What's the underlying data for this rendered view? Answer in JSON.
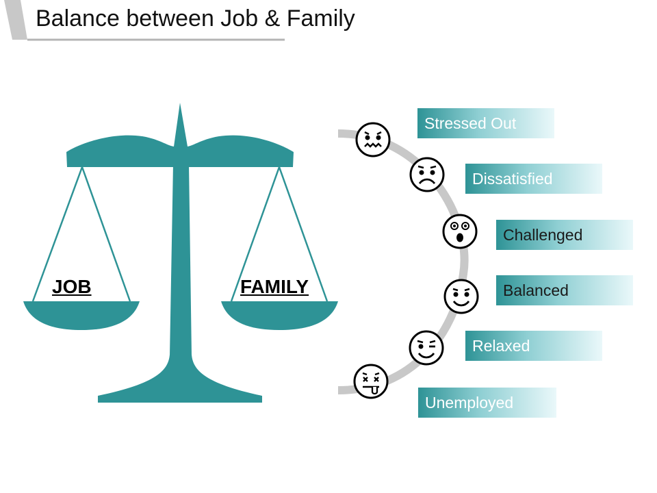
{
  "slide": {
    "title": "Balance between Job & Family"
  },
  "scale": {
    "left_pan_label": "JOB",
    "right_pan_label": "FAMILY"
  },
  "states": [
    {
      "label": "Stressed Out",
      "icon": "grimacing-face-icon"
    },
    {
      "label": "Dissatisfied",
      "icon": "frowning-face-icon"
    },
    {
      "label": "Challenged",
      "icon": "surprised-face-icon"
    },
    {
      "label": "Balanced",
      "icon": "smiling-face-icon"
    },
    {
      "label": "Relaxed",
      "icon": "winking-face-icon"
    },
    {
      "label": "Unemployed",
      "icon": "dizzy-face-icon"
    }
  ],
  "colors": {
    "teal": "#2e9396",
    "teal_light": "#e6f6f8",
    "arc_gray": "#c8c8c8",
    "title_tab": "#c8c8c8"
  }
}
